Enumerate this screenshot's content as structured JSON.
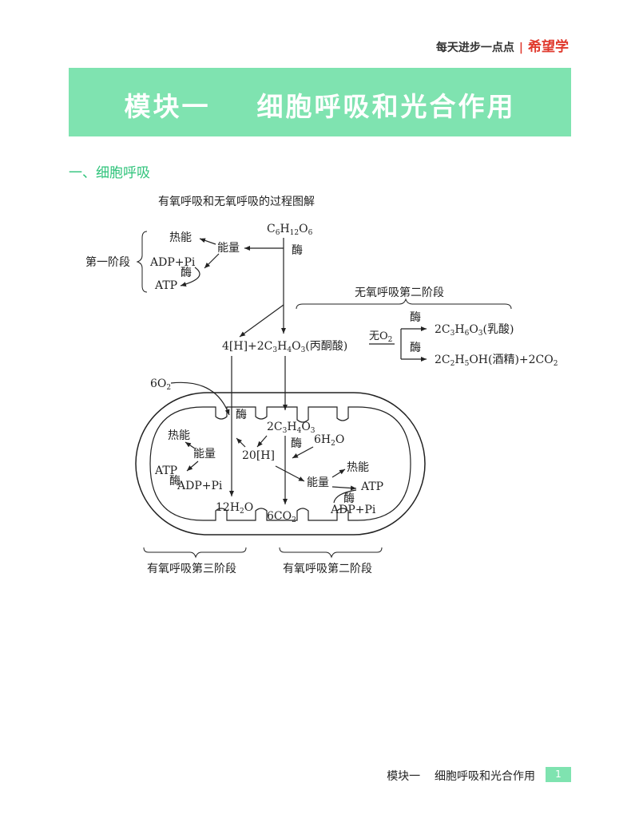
{
  "header": {
    "slogan": "每天进步一点点",
    "separator": "|",
    "brand": "希望学",
    "brand_color": "#e03a2e"
  },
  "banner": {
    "title": "模块一    细胞呼吸和光合作用",
    "bg_color": "#7fe3b0"
  },
  "section": {
    "heading": "一、细胞呼吸",
    "heading_color": "#2ec37a"
  },
  "diagram": {
    "title": "有氧呼吸和无氧呼吸的过程图解",
    "stage1": {
      "glucose": "C6H12O6",
      "glucose_parts": [
        "C",
        "6",
        "H",
        "12",
        "O",
        "6"
      ],
      "enzyme": "酶",
      "energy": "能量",
      "heat": "热能",
      "adp_pi": "ADP+Pi",
      "atp": "ATP",
      "enzyme_atp": "酶",
      "brace_label": "第一阶段",
      "products": "4[H]+2C3H4O3(丙酮酸)",
      "products_parts": [
        "4[H]+2C",
        "3",
        "H",
        "4",
        "O",
        "3",
        "(丙酮酸)"
      ]
    },
    "anaerobic": {
      "brace_label": "无氧呼吸第二阶段",
      "condition": "无O2",
      "condition_parts": [
        "无O",
        "2"
      ],
      "enzyme_top": "酶",
      "enzyme_bottom": "酶",
      "lactic": "2C3H6O3(乳酸)",
      "lactic_parts": [
        "2C",
        "3",
        "H",
        "6",
        "O",
        "3",
        "(乳酸)"
      ],
      "alcohol": "2C2H5OH(酒精)+2CO2",
      "alcohol_parts": [
        "2C",
        "2",
        "H",
        "5",
        "OH(酒精)+2CO",
        "2"
      ]
    },
    "mitochondrion": {
      "oxygen": "6O2",
      "oxygen_parts": [
        "6O",
        "2"
      ],
      "enzyme_left": "酶",
      "pyruvate": "2C3H4O3",
      "pyruvate_parts": [
        "2C",
        "3",
        "H",
        "4",
        "O",
        "3"
      ],
      "enzyme_mid": "酶",
      "water_in": "6H2O",
      "water_in_parts": [
        "6H",
        "2",
        "O"
      ],
      "heat_left": "热能",
      "energy_left": "能量",
      "hydrogen": "20[H]",
      "atp_left": "ATP",
      "enzyme_atp_left": "酶",
      "adp_pi_left": "ADP+Pi",
      "water_out": "12H2O",
      "water_out_parts": [
        "12H",
        "2",
        "O"
      ],
      "energy_right": "能量",
      "heat_right": "热能",
      "atp_right": "ATP",
      "enzyme_atp_right": "酶",
      "adp_pi_right": "ADP+Pi",
      "co2": "6CO2",
      "co2_parts": [
        "6CO",
        "2"
      ]
    },
    "bottom_braces": {
      "third": "有氧呼吸第三阶段",
      "second": "有氧呼吸第二阶段"
    }
  },
  "footer": {
    "title": "模块一    细胞呼吸和光合作用",
    "page_number": "1"
  }
}
